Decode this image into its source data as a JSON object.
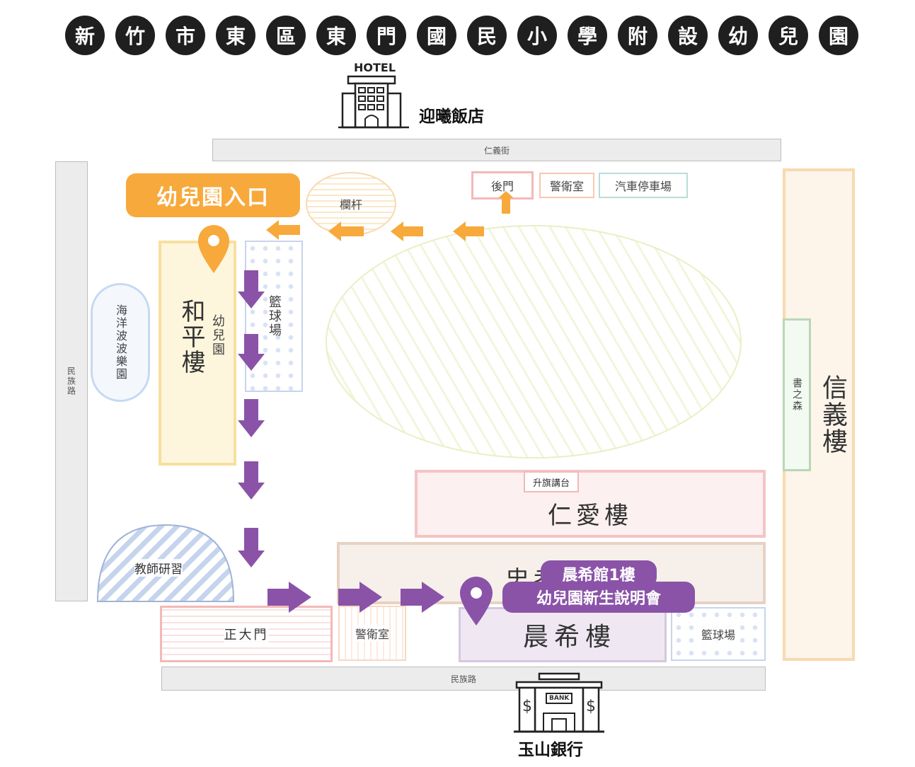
{
  "title_chars": [
    "新",
    "竹",
    "市",
    "東",
    "區",
    "東",
    "門",
    "國",
    "民",
    "小",
    "學",
    "附",
    "設",
    "幼",
    "兒",
    "園"
  ],
  "hotel": {
    "sign": "HOTEL",
    "name": "迎曦飯店"
  },
  "bank": {
    "sign": "BANK",
    "dollar": "$",
    "name": "玉山銀行"
  },
  "roads": {
    "north": "仁義街",
    "south": "民族路",
    "west": "民族路"
  },
  "entrance_label": "幼兒園入口",
  "railing": "欄杆",
  "back_gate": "後門",
  "guard_room_north": "警衛室",
  "parking": "汽車停車場",
  "heping": {
    "name": "和平樓",
    "sub": "幼兒園"
  },
  "basketball_west": "籃球場",
  "ocean_park": "海洋波波樂園",
  "flag_platform": "升旗講台",
  "renai": "仁愛樓",
  "zhongxiao": "忠孝樓",
  "xinyi": "信義樓",
  "book_forest": "書之森",
  "teacher_training": "教師研習",
  "main_gate": "正大門",
  "guard_room_south": "警衛室",
  "chenxi": "晨希樓",
  "basketball_south": "籃球場",
  "callout": {
    "line1": "晨希館1樓",
    "line2": "幼兒園新生說明會"
  },
  "colors": {
    "orange": "#f7a93b",
    "purple": "#8a53a8",
    "pink": "#f4b8b8",
    "cream": "#fdf6dc",
    "yellow_border": "#f8dfa0",
    "lightblue": "#c7d9f2",
    "green": "#b9d8b5",
    "peach": "#f8d9b0"
  }
}
